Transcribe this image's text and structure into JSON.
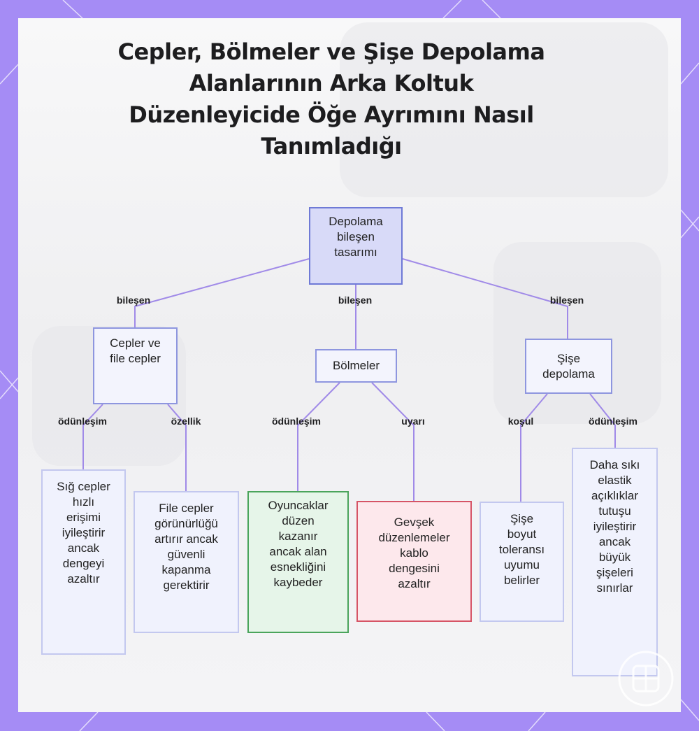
{
  "diagram": {
    "title": "Cepler, Bölmeler ve Şişe Depolama Alanlarının Arka Koltuk Düzenleyicide Öğe Ayrımını Nasıl Tanımladığı",
    "root": {
      "lines": [
        "Depolama",
        "bileşen",
        "tasarımı"
      ]
    },
    "branches": [
      {
        "edge_label": "bileşen",
        "node": {
          "lines": [
            "Cepler ve",
            "file cepler"
          ]
        },
        "children": [
          {
            "edge_label": "ödünleşim",
            "lines": [
              "Sığ cepler",
              "hızlı",
              "erişimi",
              "iyileştirir",
              "ancak",
              "dengeyi",
              "azaltır"
            ]
          },
          {
            "edge_label": "özellik",
            "lines": [
              "File cepler",
              "görünürlüğü",
              "artırır ancak",
              "güvenli",
              "kapanma",
              "gerektirir"
            ]
          }
        ]
      },
      {
        "edge_label": "bileşen",
        "node": {
          "lines": [
            "Bölmeler"
          ]
        },
        "children": [
          {
            "edge_label": "ödünleşim",
            "lines": [
              "Oyuncaklar",
              "düzen",
              "kazanır",
              "ancak alan",
              "esnekliğini",
              "kaybeder"
            ]
          },
          {
            "edge_label": "uyarı",
            "lines": [
              "Gevşek",
              "düzenlemeler",
              "kablo",
              "dengesini",
              "azaltır"
            ]
          }
        ]
      },
      {
        "edge_label": "bileşen",
        "node": {
          "lines": [
            "Şişe",
            "depolama"
          ]
        },
        "children": [
          {
            "edge_label": "koşul",
            "lines": [
              "Şişe",
              "boyut",
              "toleransı",
              "uyumu",
              "belirler"
            ]
          },
          {
            "edge_label": "ödünleşim",
            "lines": [
              "Daha sıkı",
              "elastik",
              "açıklıklar",
              "tutuşu",
              "iyileştirir",
              "ancak",
              "büyük",
              "şişeleri",
              "sınırlar"
            ]
          }
        ]
      }
    ],
    "colors": {
      "frame": "#a58cf5",
      "edge": "#a08ae8",
      "positive_leaf": "#4aa45b",
      "warning_leaf": "#d65466"
    },
    "icons": [
      "logo-icon"
    ]
  }
}
